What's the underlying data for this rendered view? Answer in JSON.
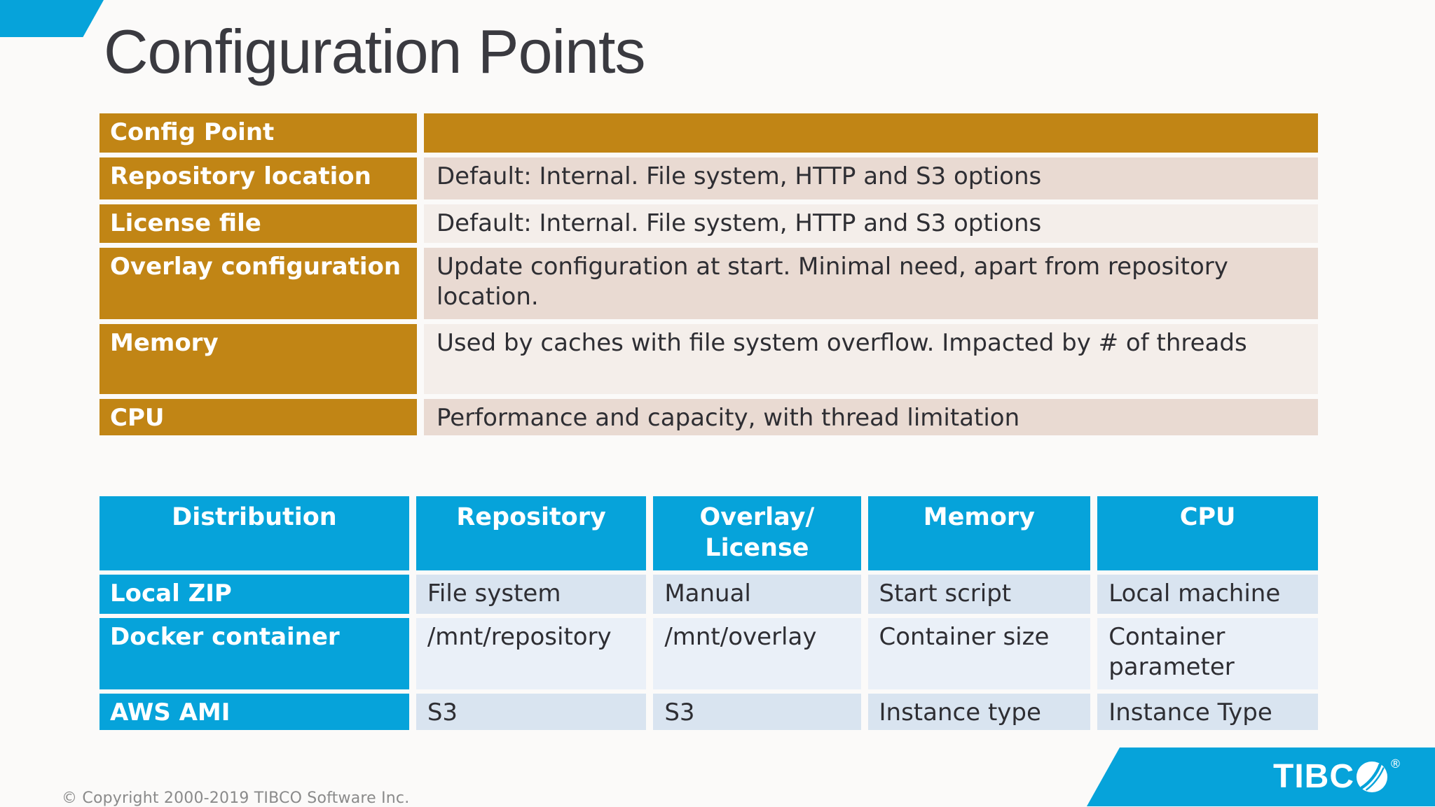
{
  "slide": {
    "title": "Configuration Points",
    "footer": "© Copyright 2000-2019 TIBCO Software Inc.",
    "logo": {
      "wordmark": "TIBC",
      "reg": "®"
    },
    "colors": {
      "accent_cyan": "#06a3da",
      "accent_orange": "#c18515",
      "row_beige_dark": "#e9dad2",
      "row_beige_light": "#f4eeea",
      "row_blue_dark": "#d9e4f0",
      "row_blue_light": "#eaf0f8",
      "text_dark": "#2e2e33",
      "title_color": "#3a3a40"
    }
  },
  "config_table": {
    "header": {
      "label": "Config Point",
      "value": ""
    },
    "rows": [
      {
        "label": "Repository location",
        "value": "Default: Internal. File system, HTTP and S3 options"
      },
      {
        "label": "License file",
        "value": "Default: Internal. File system, HTTP and S3 options"
      },
      {
        "label": "Overlay configuration",
        "value": "Update configuration at start. Minimal need, apart from repository location."
      },
      {
        "label": "Memory",
        "value": "Used by caches with file system overflow. Impacted by # of threads"
      },
      {
        "label": "CPU",
        "value": "Performance and capacity, with thread limitation"
      }
    ]
  },
  "distribution_table": {
    "headers": [
      "Distribution",
      "Repository",
      "Overlay/\nLicense",
      "Memory",
      "CPU"
    ],
    "rows": [
      {
        "label": "Local ZIP",
        "values": [
          "File system",
          "Manual",
          "Start script",
          "Local machine"
        ]
      },
      {
        "label": "Docker container",
        "values": [
          "/mnt/repository",
          "/mnt/overlay",
          "Container size",
          "Container parameter"
        ]
      },
      {
        "label": "AWS AMI",
        "values": [
          "S3",
          "S3",
          "Instance type",
          "Instance Type"
        ]
      }
    ]
  }
}
